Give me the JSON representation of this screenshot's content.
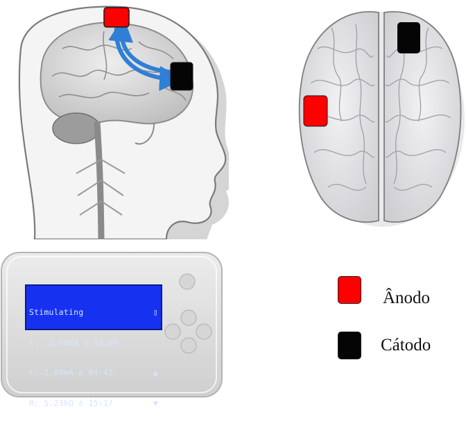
{
  "colors": {
    "anode": "#ff0000",
    "cathode": "#050505",
    "current_arrow": "#2f7fd6",
    "lcd_background": "#1632f0",
    "lcd_text": "#d8e4ff"
  },
  "figure": {
    "head_icons": [
      "head-profile-icon",
      "brain-icon",
      "spinal-cord-icon",
      "current-arrow-icon"
    ],
    "brain_top_view": "brain-top-view-icon"
  },
  "device": {
    "lcd": {
      "line1": "Stimulating",
      "line1_right": "▯",
      "line2": "ɩ:  2.00mA ♁ 20:00",
      "line2_right": "",
      "line3": "ɩ:-2.00mA ♁ 04:43",
      "line3_right": "▲",
      "line4": "R: 5.23kΩ ♁ 15:17",
      "line4_right": "▼"
    }
  },
  "legend": {
    "items": [
      {
        "label": "Ânodo",
        "color": "#ff0000"
      },
      {
        "label": "Cátodo",
        "color": "#050505"
      }
    ]
  }
}
